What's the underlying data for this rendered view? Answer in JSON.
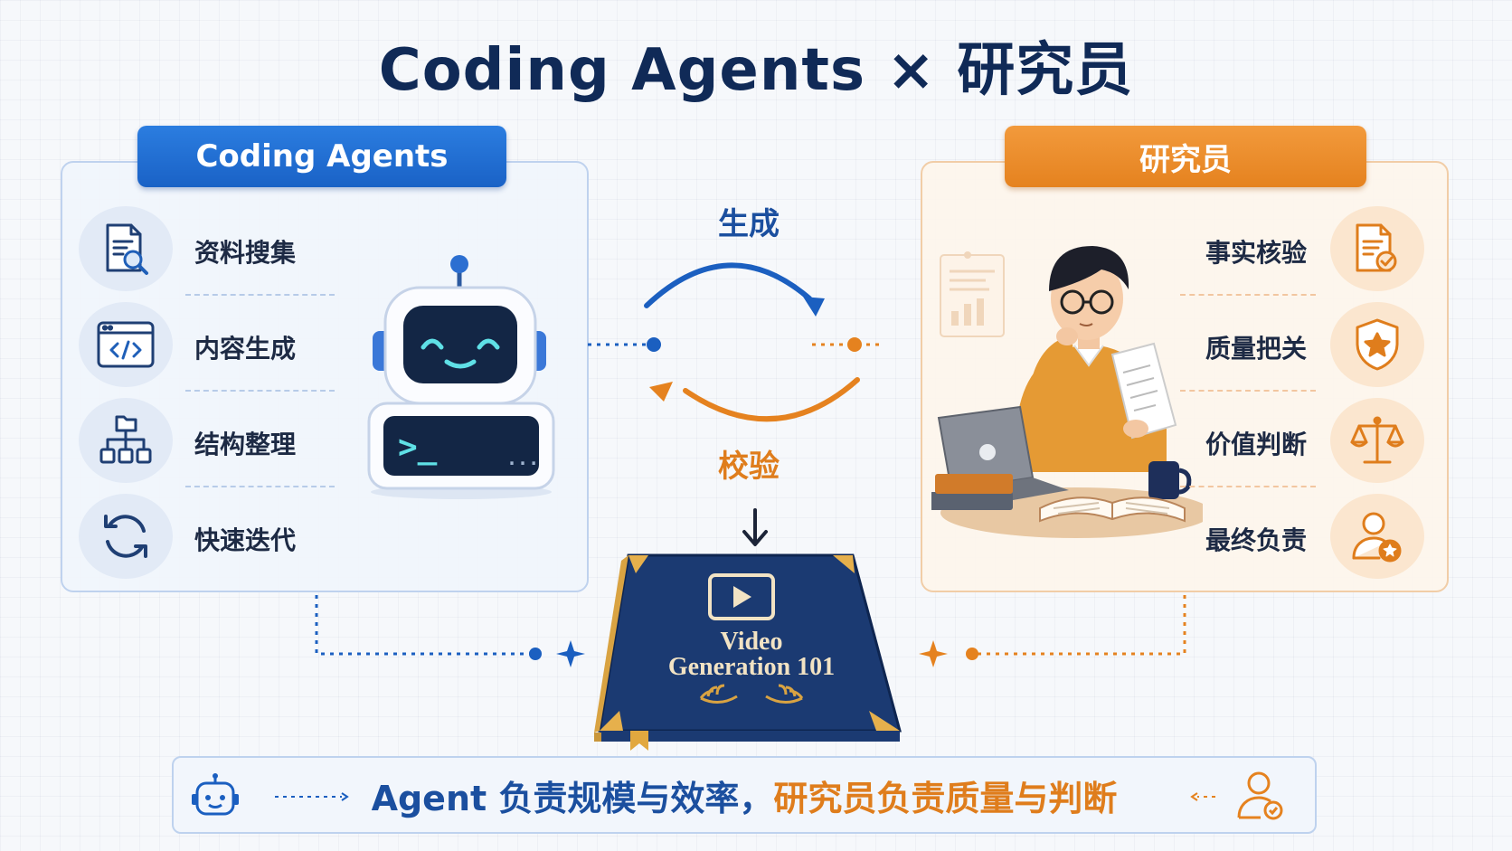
{
  "title": "Coding Agents × 研究员",
  "left_panel": {
    "tag": "Coding Agents",
    "items": [
      {
        "label": "资料搜集",
        "icon": "document-search-icon"
      },
      {
        "label": "内容生成",
        "icon": "code-window-icon"
      },
      {
        "label": "结构整理",
        "icon": "hierarchy-icon"
      },
      {
        "label": "快速迭代",
        "icon": "refresh-cycle-icon"
      }
    ],
    "robot": {
      "prompt": ">_",
      "dots": "..."
    }
  },
  "right_panel": {
    "tag": "研究员",
    "items": [
      {
        "label": "事实核验",
        "icon": "document-check-icon"
      },
      {
        "label": "质量把关",
        "icon": "shield-star-icon"
      },
      {
        "label": "价值判断",
        "icon": "scales-icon"
      },
      {
        "label": "最终负责",
        "icon": "user-star-icon"
      }
    ]
  },
  "flow": {
    "generate": "生成",
    "verify": "校验"
  },
  "book": {
    "line1": "Video",
    "line2": "Generation 101"
  },
  "bottom": {
    "part1": "Agent 负责规模与效率，",
    "part2": "研究员负责质量与判断"
  },
  "colors": {
    "blue": "#1b5fc0",
    "orange": "#e5821f",
    "navy": "#102a57"
  }
}
